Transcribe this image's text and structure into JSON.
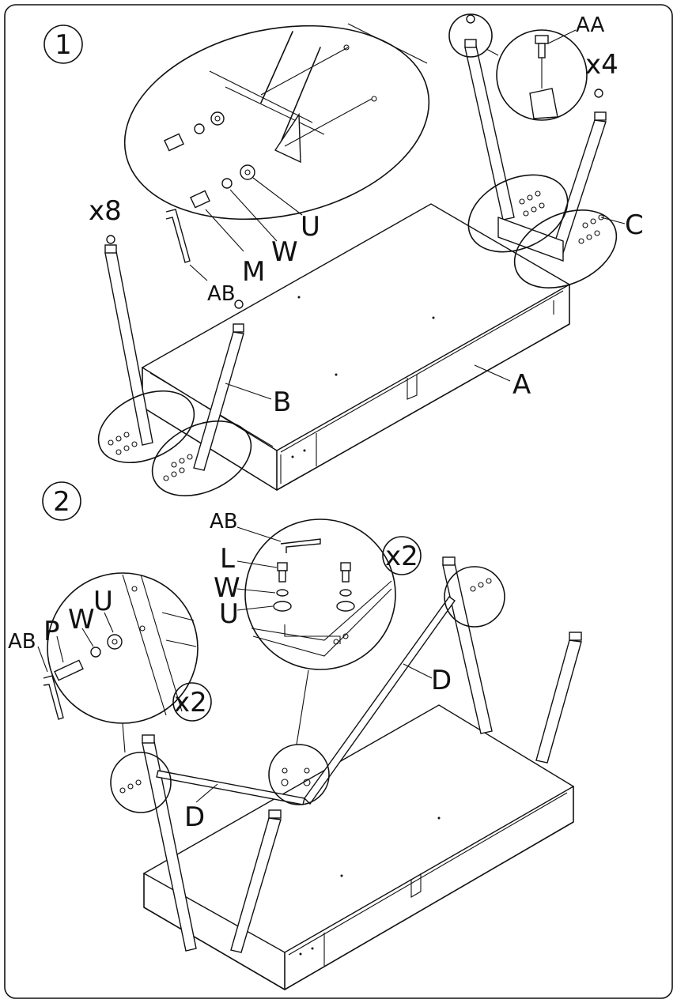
{
  "steps": [
    "1",
    "2"
  ],
  "step1": {
    "multipliers": {
      "bolts": "x8",
      "leg_caps": "x4"
    },
    "labels": {
      "AA": "AA",
      "U": "U",
      "W": "W",
      "M": "M",
      "AB": "AB",
      "A": "A",
      "B": "B",
      "C": "C"
    }
  },
  "step2": {
    "multipliers": {
      "left_detail": "x2",
      "center_detail": "x2"
    },
    "labels": {
      "AB_top": "AB",
      "L": "L",
      "W_top": "W",
      "U_top": "U",
      "AB_left": "AB",
      "P": "P",
      "W_left": "W",
      "U_left": "U",
      "D_right": "D",
      "D_left": "D"
    }
  },
  "icons": [
    "hex-key-icon",
    "bolt-icon",
    "washer-icon",
    "lock-washer-icon",
    "leg-cap-icon"
  ]
}
